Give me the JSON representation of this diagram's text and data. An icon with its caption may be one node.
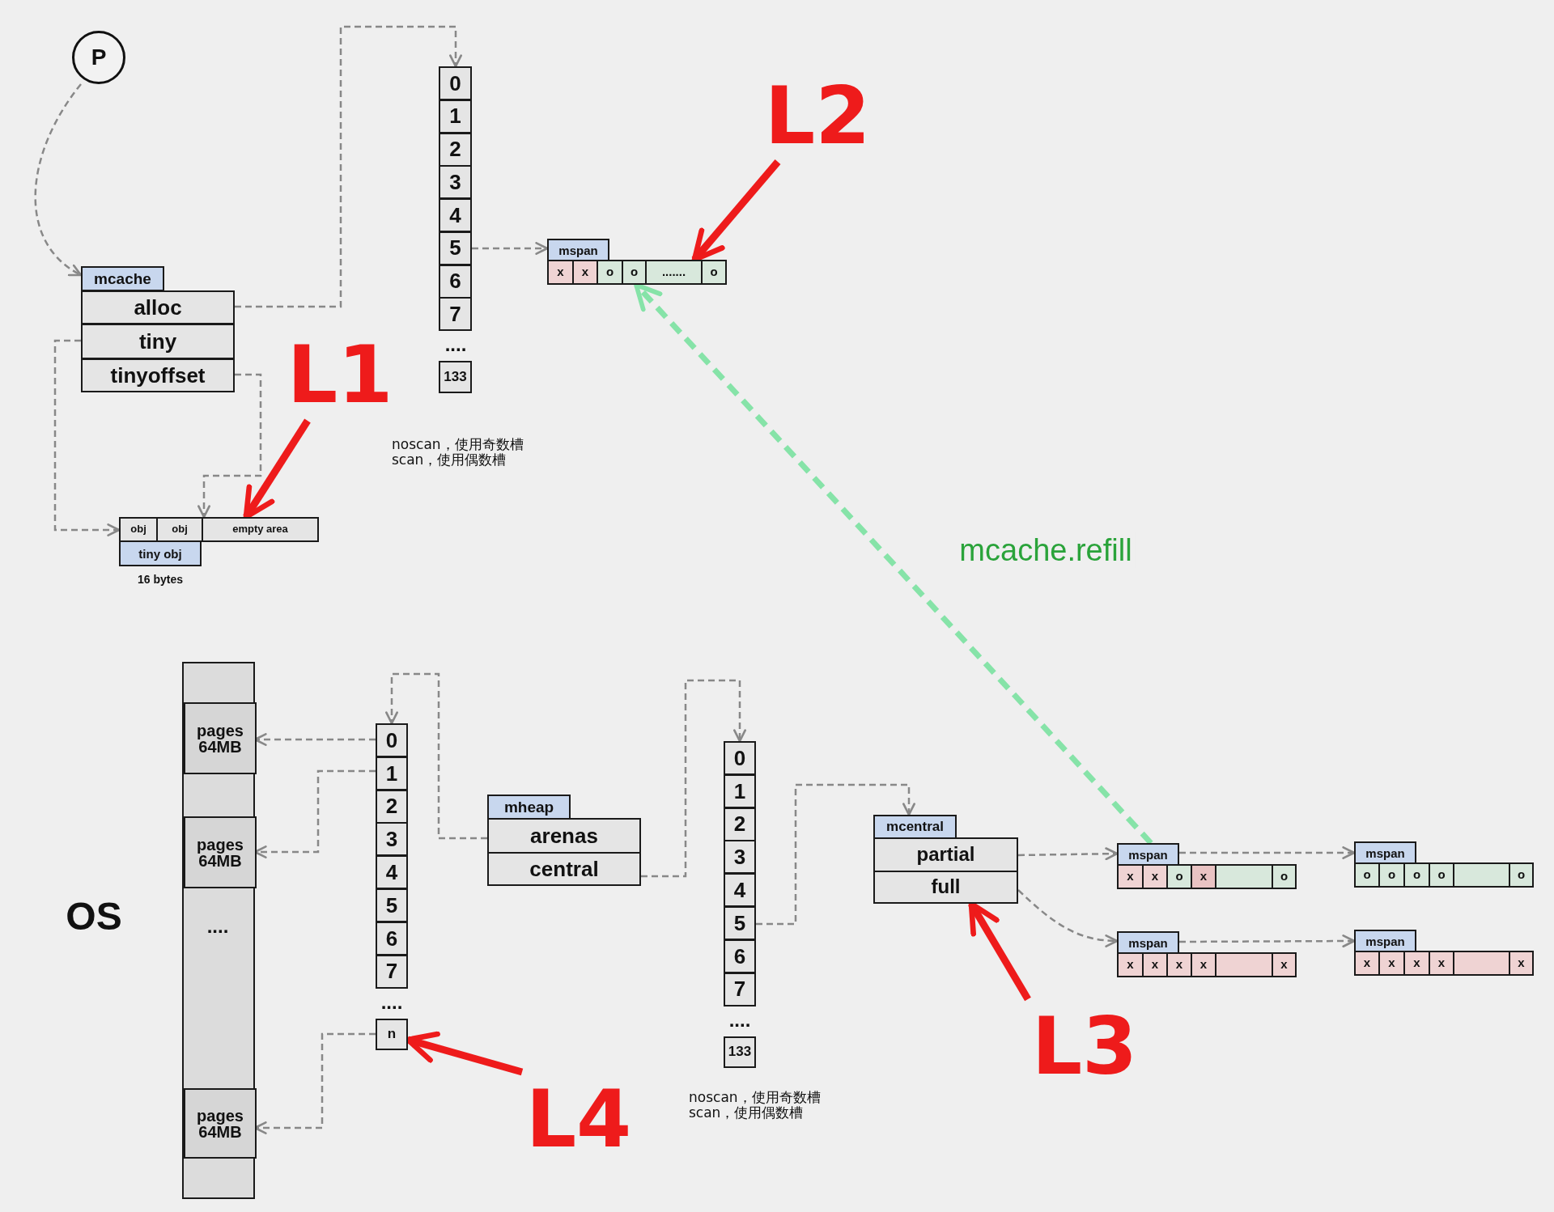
{
  "diagram": {
    "nodes": [
      {
        "text": [
          "P"
        ]
      },
      {
        "text": [
          "mcache"
        ]
      },
      {
        "text": [
          "alloc"
        ]
      },
      {
        "text": [
          "tiny"
        ]
      },
      {
        "text": [
          "tinyoffset"
        ]
      },
      {
        "text": [
          "0"
        ]
      },
      {
        "text": [
          "1"
        ]
      },
      {
        "text": [
          "2"
        ]
      },
      {
        "text": [
          "3"
        ]
      },
      {
        "text": [
          "4"
        ]
      },
      {
        "text": [
          "5"
        ]
      },
      {
        "text": [
          "6"
        ]
      },
      {
        "text": [
          "7"
        ]
      },
      {
        "text": [
          "133"
        ]
      },
      {
        "text": [
          "mspan"
        ]
      },
      {
        "text": [
          "x"
        ]
      },
      {
        "text": [
          "x"
        ]
      },
      {
        "text": [
          "o"
        ]
      },
      {
        "text": [
          "o"
        ]
      },
      {
        "text": [
          "......."
        ]
      },
      {
        "text": [
          "o"
        ]
      },
      {
        "text": [
          "tiny obj"
        ],
        "beside": [
          "16 bytes"
        ]
      },
      {
        "text": [
          "obj"
        ]
      },
      {
        "text": [
          "obj"
        ]
      },
      {
        "text": [
          "empty area"
        ]
      },
      {
        "text": [
          "L1"
        ]
      },
      {
        "text": [
          "L2"
        ]
      },
      {
        "text": [],
        "shape": "bar"
      },
      {
        "text": [
          "pages 64MB"
        ],
        "in": 27
      },
      {
        "text": [
          "pages 64MB"
        ],
        "in": 27
      },
      {
        "text": [
          "pages 64MB"
        ],
        "in": 27
      },
      {
        "text": [
          "0"
        ]
      },
      {
        "text": [
          "1"
        ]
      },
      {
        "text": [
          "2"
        ]
      },
      {
        "text": [
          "3"
        ]
      },
      {
        "text": [
          "4"
        ]
      },
      {
        "text": [
          "5"
        ]
      },
      {
        "text": [
          "6"
        ]
      },
      {
        "text": [
          "7"
        ]
      },
      {
        "text": [
          "n"
        ]
      },
      {
        "text": [
          "mheap"
        ]
      },
      {
        "text": [
          "arenas"
        ]
      },
      {
        "text": [
          "central"
        ]
      },
      {
        "text": [
          "0"
        ]
      },
      {
        "text": [
          "1"
        ]
      },
      {
        "text": [
          "2"
        ]
      },
      {
        "text": [
          "3"
        ]
      },
      {
        "text": [
          "4"
        ]
      },
      {
        "text": [
          "5"
        ]
      },
      {
        "text": [
          "6"
        ]
      },
      {
        "text": [
          "7"
        ]
      },
      {
        "text": [
          "133"
        ]
      },
      {
        "text": [
          "mcentral"
        ]
      },
      {
        "text": [
          "partial"
        ]
      },
      {
        "text": [
          "full"
        ]
      },
      {
        "text": [
          "mspan"
        ]
      },
      {
        "text": [
          "x"
        ]
      },
      {
        "text": [
          "x"
        ]
      },
      {
        "text": [
          "o"
        ]
      },
      {
        "text": [
          "x"
        ]
      },
      {
        "text": [],
        "shape": "box"
      },
      {
        "text": [
          "o"
        ]
      },
      {
        "text": [
          "mspan"
        ]
      },
      {
        "text": [
          "o"
        ]
      },
      {
        "text": [
          "o"
        ]
      },
      {
        "text": [
          "o"
        ]
      },
      {
        "text": [
          "o"
        ]
      },
      {
        "text": [],
        "shape": "box"
      },
      {
        "text": [
          "o"
        ]
      },
      {
        "text": [
          "mspan"
        ]
      },
      {
        "text": [
          "x"
        ]
      },
      {
        "text": [
          "x"
        ]
      },
      {
        "text": [
          "x"
        ]
      },
      {
        "text": [
          "x"
        ]
      },
      {
        "text": [],
        "shape": "box"
      },
      {
        "text": [
          "x"
        ]
      },
      {
        "text": [
          "mspan"
        ]
      },
      {
        "text": [
          "x"
        ]
      },
      {
        "text": [
          "x"
        ]
      },
      {
        "text": [
          "x"
        ]
      },
      {
        "text": [
          "x"
        ]
      },
      {
        "text": [],
        "shape": "box"
      },
      {
        "text": [
          "x"
        ]
      },
      {
        "text": [
          "L3"
        ]
      },
      {
        "text": [
          "L4"
        ]
      }
    ],
    "edges": [
      {
        "from": 0,
        "to": 1,
        "arrow": "to",
        "style": "dashed"
      },
      {
        "from": 2,
        "to": 5,
        "arrow": "to",
        "style": "dashed"
      },
      {
        "from": 3,
        "to": 22,
        "arrow": "to",
        "style": "dashed"
      },
      {
        "from": 4,
        "to": 24,
        "arrow": "to",
        "style": "dashed"
      },
      {
        "from": 10,
        "to": 14,
        "arrow": "to",
        "style": "dashed"
      },
      {
        "from": 25,
        "to": 24,
        "arrow": "to",
        "style": "thick",
        "color": "#ee1b1b"
      },
      {
        "from": 26,
        "to": 19,
        "arrow": "to",
        "style": "thick",
        "color": "#ee1b1b"
      },
      {
        "from": 55,
        "to": 18,
        "arrow": "to",
        "label": "mcache.refill",
        "style": "dashed",
        "color": "#86e3a8"
      },
      {
        "from": 31,
        "to": 28,
        "arrow": "to",
        "style": "dashed"
      },
      {
        "from": 32,
        "to": 29,
        "arrow": "to",
        "style": "dashed"
      },
      {
        "from": 39,
        "to": 30,
        "arrow": "to",
        "style": "dashed"
      },
      {
        "from": 41,
        "to": 31,
        "arrow": "to",
        "style": "dashed"
      },
      {
        "from": 42,
        "to": 43,
        "arrow": "to",
        "style": "dashed"
      },
      {
        "from": 48,
        "to": 52,
        "arrow": "to",
        "style": "dashed"
      },
      {
        "from": 53,
        "to": 55,
        "arrow": "to",
        "style": "dashed"
      },
      {
        "from": 55,
        "to": 62,
        "arrow": "to",
        "style": "dashed"
      },
      {
        "from": 54,
        "to": 69,
        "arrow": "to",
        "style": "dashed"
      },
      {
        "from": 69,
        "to": 76,
        "arrow": "to",
        "style": "dashed"
      },
      {
        "from": 83,
        "to": 54,
        "arrow": "to",
        "style": "thick",
        "color": "#ee1b1b"
      },
      {
        "from": 84,
        "to": 39,
        "arrow": "to",
        "style": "thick",
        "color": "#ee1b1b"
      }
    ],
    "labels": [
      "....",
      "noscan，使用奇数槽",
      "scan，使用偶数槽",
      "....",
      "....",
      "....",
      "OS",
      "noscan，使用奇数槽",
      "scan，使用偶数槽"
    ]
  }
}
